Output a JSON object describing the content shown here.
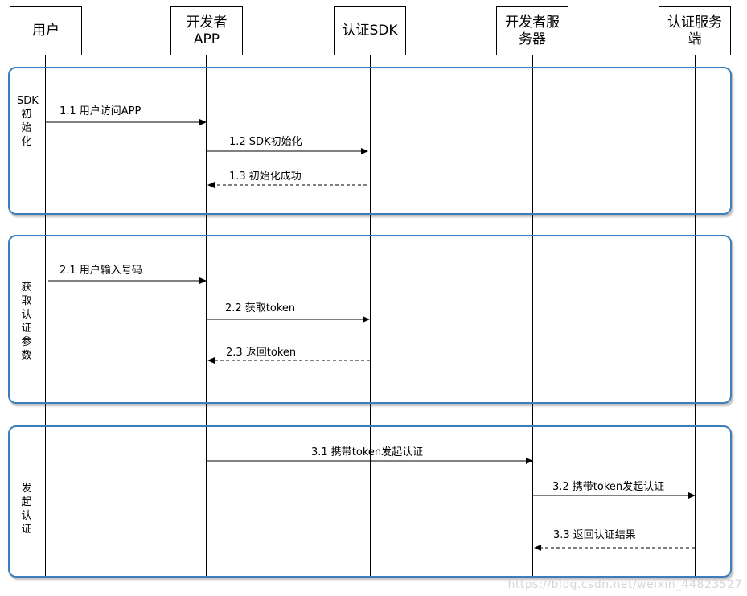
{
  "actors": [
    {
      "id": "user",
      "label": "用户"
    },
    {
      "id": "app",
      "label": "开发者APP"
    },
    {
      "id": "sdk",
      "label": "认证SDK"
    },
    {
      "id": "server",
      "label": "开发者服务器"
    },
    {
      "id": "auth",
      "label": "认证服务端"
    }
  ],
  "frames": [
    {
      "label": "SDK初始化"
    },
    {
      "label": "获取认证参数"
    },
    {
      "label": "发起认证"
    }
  ],
  "messages": [
    {
      "label": "1.1 用户访问APP",
      "from": "user",
      "to": "app",
      "style": "solid"
    },
    {
      "label": "1.2 SDK初始化",
      "from": "app",
      "to": "sdk",
      "style": "solid"
    },
    {
      "label": "1.3 初始化成功",
      "from": "sdk",
      "to": "app",
      "style": "dashed"
    },
    {
      "label": "2.1 用户输入号码",
      "from": "user",
      "to": "app",
      "style": "solid"
    },
    {
      "label": "2.2 获取token",
      "from": "app",
      "to": "sdk",
      "style": "solid"
    },
    {
      "label": "2.3 返回token",
      "from": "sdk",
      "to": "app",
      "style": "dashed"
    },
    {
      "label": "3.1 携带token发起认证",
      "from": "app",
      "to": "server",
      "style": "solid"
    },
    {
      "label": "3.2 携带token发起认证",
      "from": "server",
      "to": "auth",
      "style": "solid"
    },
    {
      "label": "3.3 返回认证结果",
      "from": "auth",
      "to": "server",
      "style": "dashed"
    }
  ],
  "watermark": "https://blog.csdn.net/weixin_44823527"
}
